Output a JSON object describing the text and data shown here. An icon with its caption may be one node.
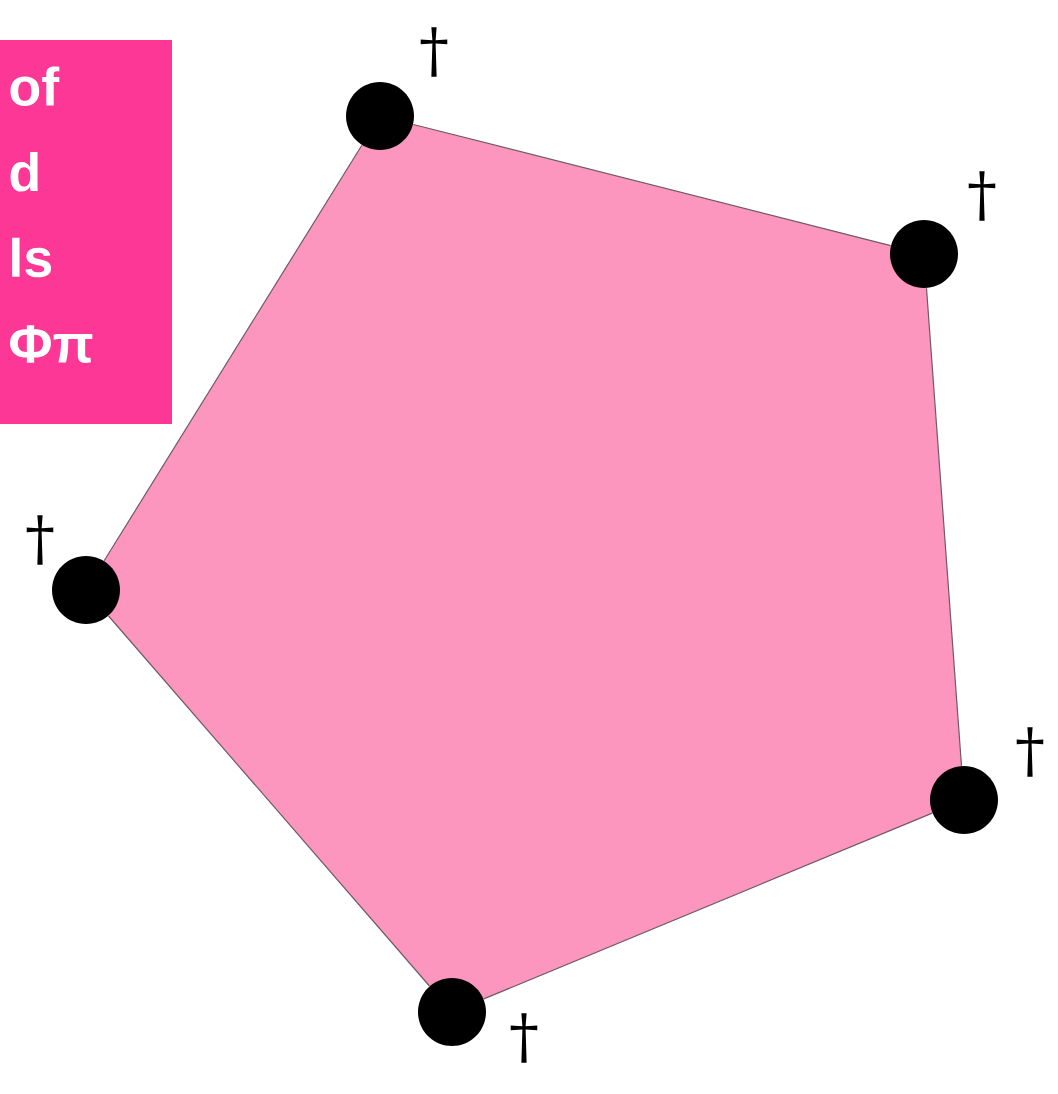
{
  "diagram": {
    "nodes": [
      {
        "text": [
          "of d ls Φπ"
        ]
      },
      {
        "text": [],
        "shape": "circle",
        "beside": [
          "†"
        ]
      },
      {
        "text": [],
        "shape": "circle",
        "beside": [
          "†"
        ]
      },
      {
        "text": [],
        "shape": "circle",
        "beside": [
          "†"
        ]
      },
      {
        "text": [],
        "shape": "circle",
        "beside": [
          "†"
        ]
      },
      {
        "text": [],
        "shape": "circle",
        "beside": [
          "†"
        ]
      }
    ],
    "edges": [
      {
        "from": 1,
        "to": 2,
        "arrow": "none"
      },
      {
        "from": 2,
        "to": 4,
        "arrow": "none"
      },
      {
        "from": 4,
        "to": 5,
        "arrow": "none"
      },
      {
        "from": 5,
        "to": 3,
        "arrow": "none"
      },
      {
        "from": 3,
        "to": 1,
        "arrow": "none"
      }
    ]
  }
}
